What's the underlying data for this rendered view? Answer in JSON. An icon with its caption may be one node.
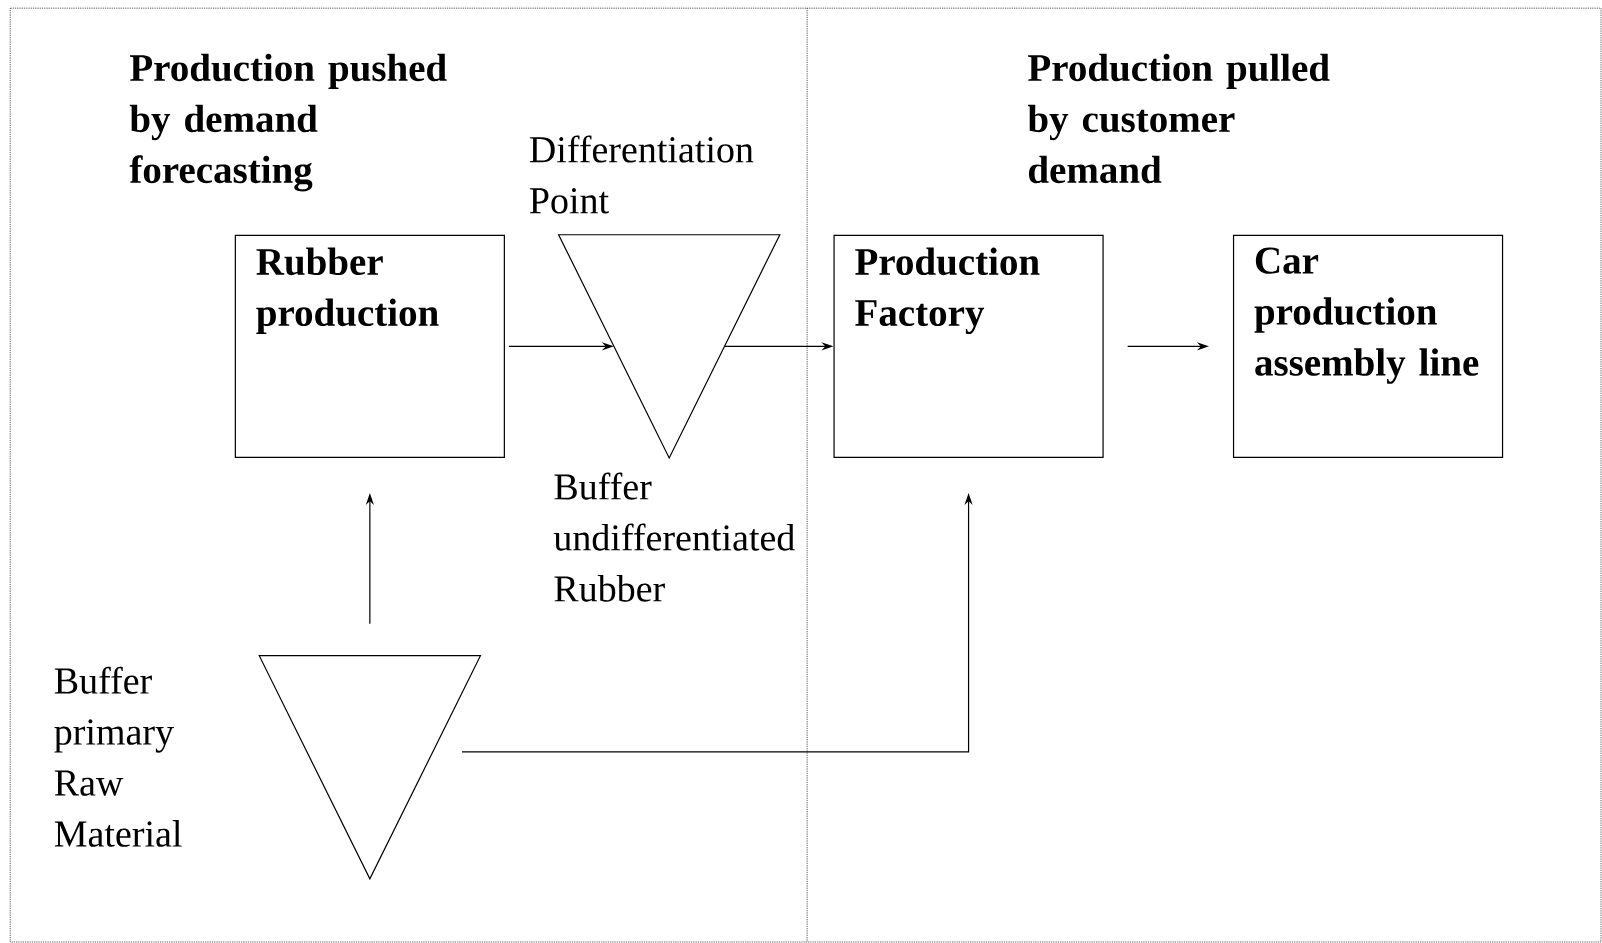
{
  "diagram": {
    "nodes": [
      {
        "text": [
          "Rubber production"
        ]
      },
      {
        "text": [],
        "shape": "triangle",
        "beside": [
          "Differentiation Point",
          "Buffer undifferentiated Rubber"
        ]
      },
      {
        "text": [
          "Production Factory"
        ]
      },
      {
        "text": [
          "Car production assembly line"
        ]
      },
      {
        "text": [],
        "shape": "triangle",
        "beside": [
          "Buffer primary Raw Material"
        ]
      }
    ],
    "edges": [
      {
        "from": 0,
        "to": 1,
        "arrow": "to"
      },
      {
        "from": 1,
        "to": 2,
        "arrow": "to"
      },
      {
        "from": 2,
        "to": 3,
        "arrow": "to"
      },
      {
        "from": 4,
        "to": 0,
        "arrow": "to"
      },
      {
        "from": 4,
        "to": 2,
        "arrow": "to"
      }
    ],
    "labels": [
      "Production pushed by demand forecasting",
      "Production pulled by customer demand"
    ]
  }
}
